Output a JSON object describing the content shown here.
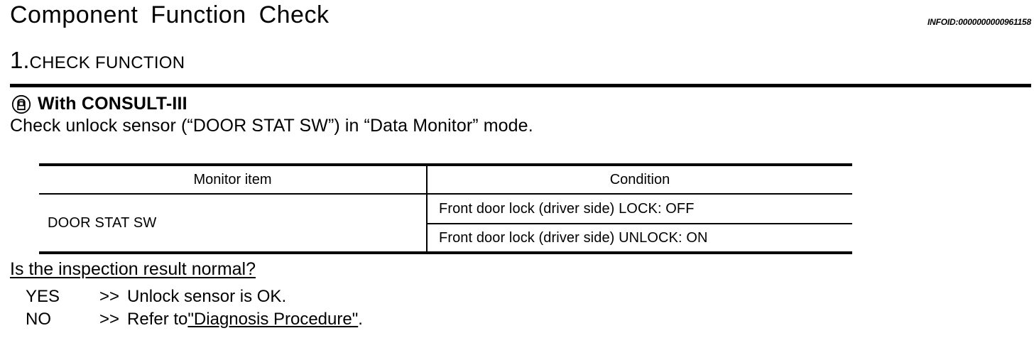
{
  "header": {
    "title": "Component  Function  Check",
    "infoid": "INFOID:0000000000961158"
  },
  "step": {
    "number": "1.",
    "title": "CHECK FUNCTION"
  },
  "consult": {
    "icon": "consult-tester-icon",
    "label": "With CONSULT-III",
    "instruction": "Check unlock sensor (“DOOR STAT SW”) in “Data Monitor” mode."
  },
  "table": {
    "headers": {
      "monitor_item": "Monitor item",
      "condition": "Condition"
    },
    "rows": [
      {
        "monitor_item": "DOOR STAT SW",
        "conditions": [
          "Front door lock (driver side) LOCK: OFF",
          "Front door lock (driver side) UNLOCK: ON"
        ]
      }
    ]
  },
  "result": {
    "question": "Is the inspection result normal?",
    "branches": [
      {
        "key": "YES",
        "arrow": ">>",
        "text_before": "Unlock sensor is OK.",
        "link": "",
        "text_after": ""
      },
      {
        "key": "NO",
        "arrow": ">>",
        "text_before": "Refer to ",
        "link": "\"Diagnosis Procedure\"",
        "text_after": "."
      }
    ]
  }
}
